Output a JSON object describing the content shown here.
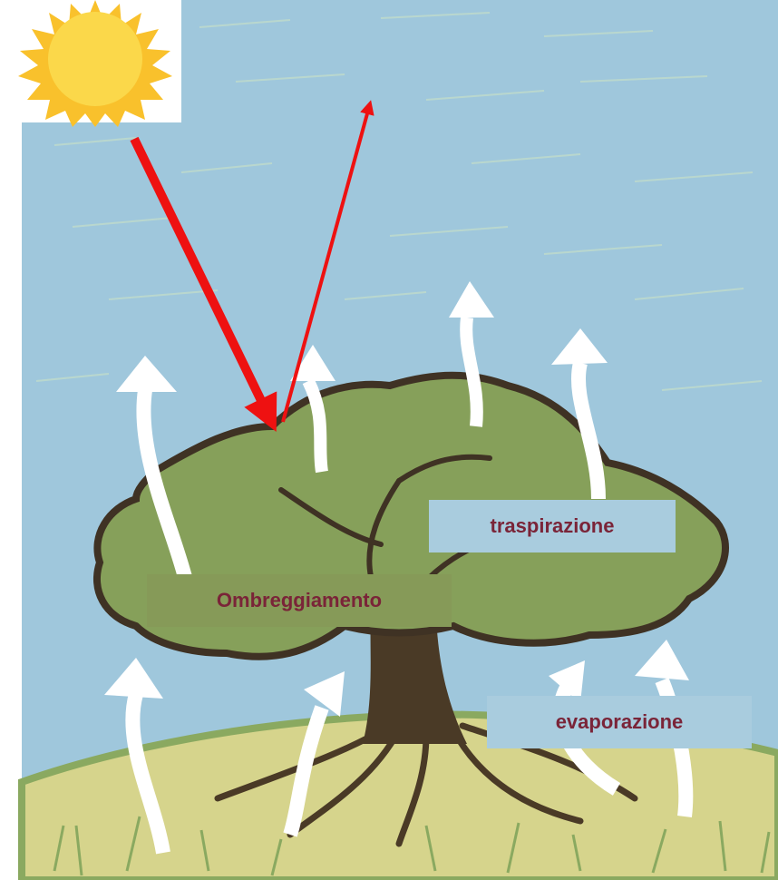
{
  "labels": {
    "shading": "Ombreggiamento",
    "transpiration": "traspirazione",
    "evaporation": "evaporazione"
  },
  "colors": {
    "sky": "#9fc7dc",
    "ground": "#d6d48c",
    "foliage": "#86a05a",
    "trunk": "#4a3a26",
    "sun": "#f9c12c",
    "sunlight_arrow": "#ee1111",
    "vapor_arrow": "#ffffff",
    "label_text": "#7a2438",
    "shading_box": "#869a58",
    "transpiration_box": "#a9ccde",
    "evaporation_box": "#a9ccde"
  },
  "icons": {
    "sun": "sun-icon",
    "incoming_ray": "arrow-down-right-icon",
    "reflected_ray": "arrow-up-right-icon",
    "vapor": "arrow-up-curved-icon"
  }
}
